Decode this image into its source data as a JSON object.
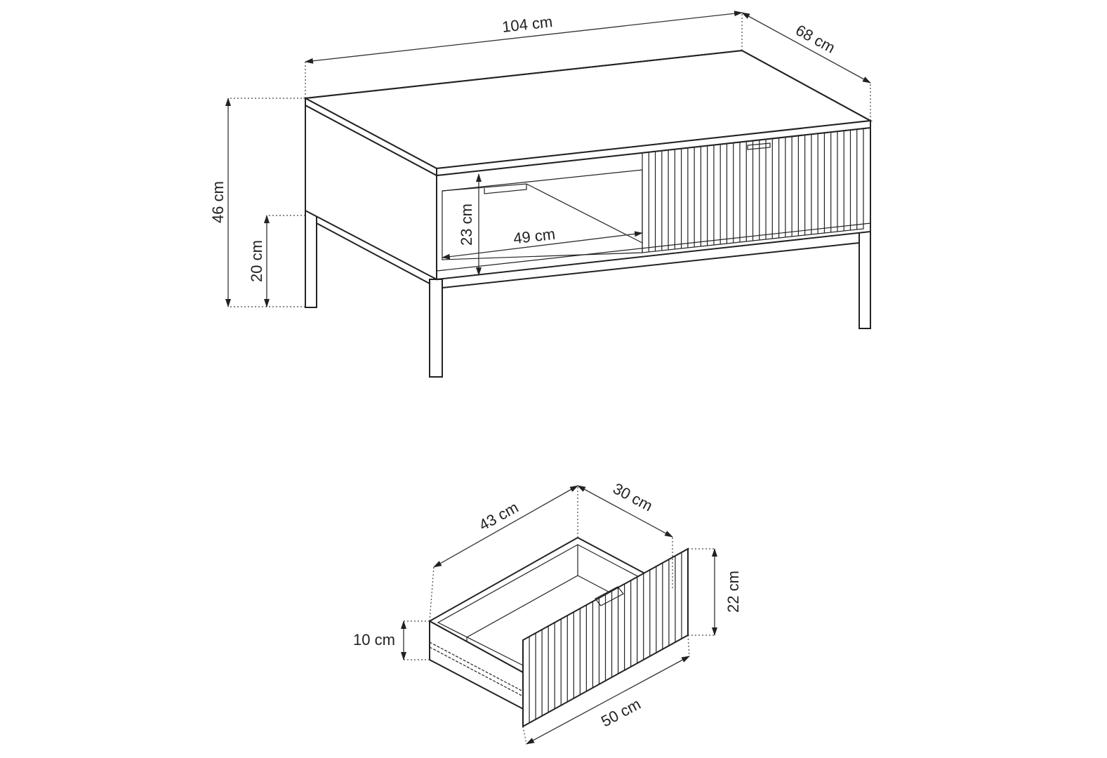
{
  "table": {
    "width": "104 cm",
    "depth": "68 cm",
    "height": "46 cm",
    "clearance": "20 cm",
    "compartment_height": "23 cm",
    "compartment_width": "49 cm"
  },
  "drawer": {
    "inner_depth": "43 cm",
    "inner_width": "30 cm",
    "front_height": "22 cm",
    "side_height": "10 cm",
    "front_width": "50 cm"
  },
  "colors": {
    "line": "#222222",
    "background": "#ffffff"
  }
}
